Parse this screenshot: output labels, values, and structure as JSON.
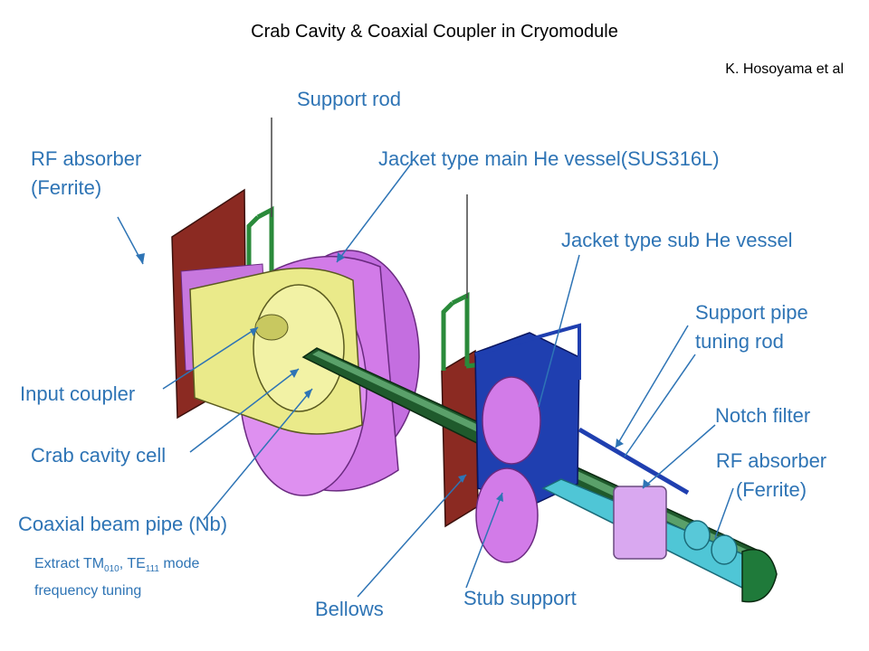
{
  "title": "Crab Cavity & Coaxial Coupler in Cryomodule",
  "author": "K. Hosoyama et al",
  "labels": {
    "support_rod": "Support rod",
    "rf_absorber_left_1": "RF absorber",
    "rf_absorber_left_2": "(Ferrite)",
    "jacket_main": "Jacket type main He vessel(SUS316L)",
    "jacket_sub": "Jacket type sub He vessel",
    "support_pipe_1": "Support pipe",
    "support_pipe_2": "tuning rod",
    "input_coupler": "Input coupler",
    "notch_filter": "Notch filter",
    "crab_cell": "Crab cavity cell",
    "rf_absorber_right_1": "RF absorber",
    "rf_absorber_right_2": "(Ferrite)",
    "coaxial_pipe": "Coaxial beam pipe (Nb)",
    "bellows": "Bellows",
    "stub_support": "Stub support"
  },
  "note": {
    "line1_prefix": "Extract  TM",
    "tm_sub": "010",
    "line1_mid": ", TE",
    "te_sub": "111",
    "line1_suffix": " mode",
    "line2": "frequency tuning"
  },
  "colors": {
    "label_blue": "#2e74b5",
    "flange_red": "#8b2a22",
    "magenta_vessel": "#d27be8",
    "yellow_cell": "#eaea8a",
    "green_pipe": "#1f5a2c",
    "blue_sub_vessel": "#1f3fb0",
    "cyan_pipe": "#4fc6d6",
    "lavender_filter": "#d9a8f0"
  }
}
